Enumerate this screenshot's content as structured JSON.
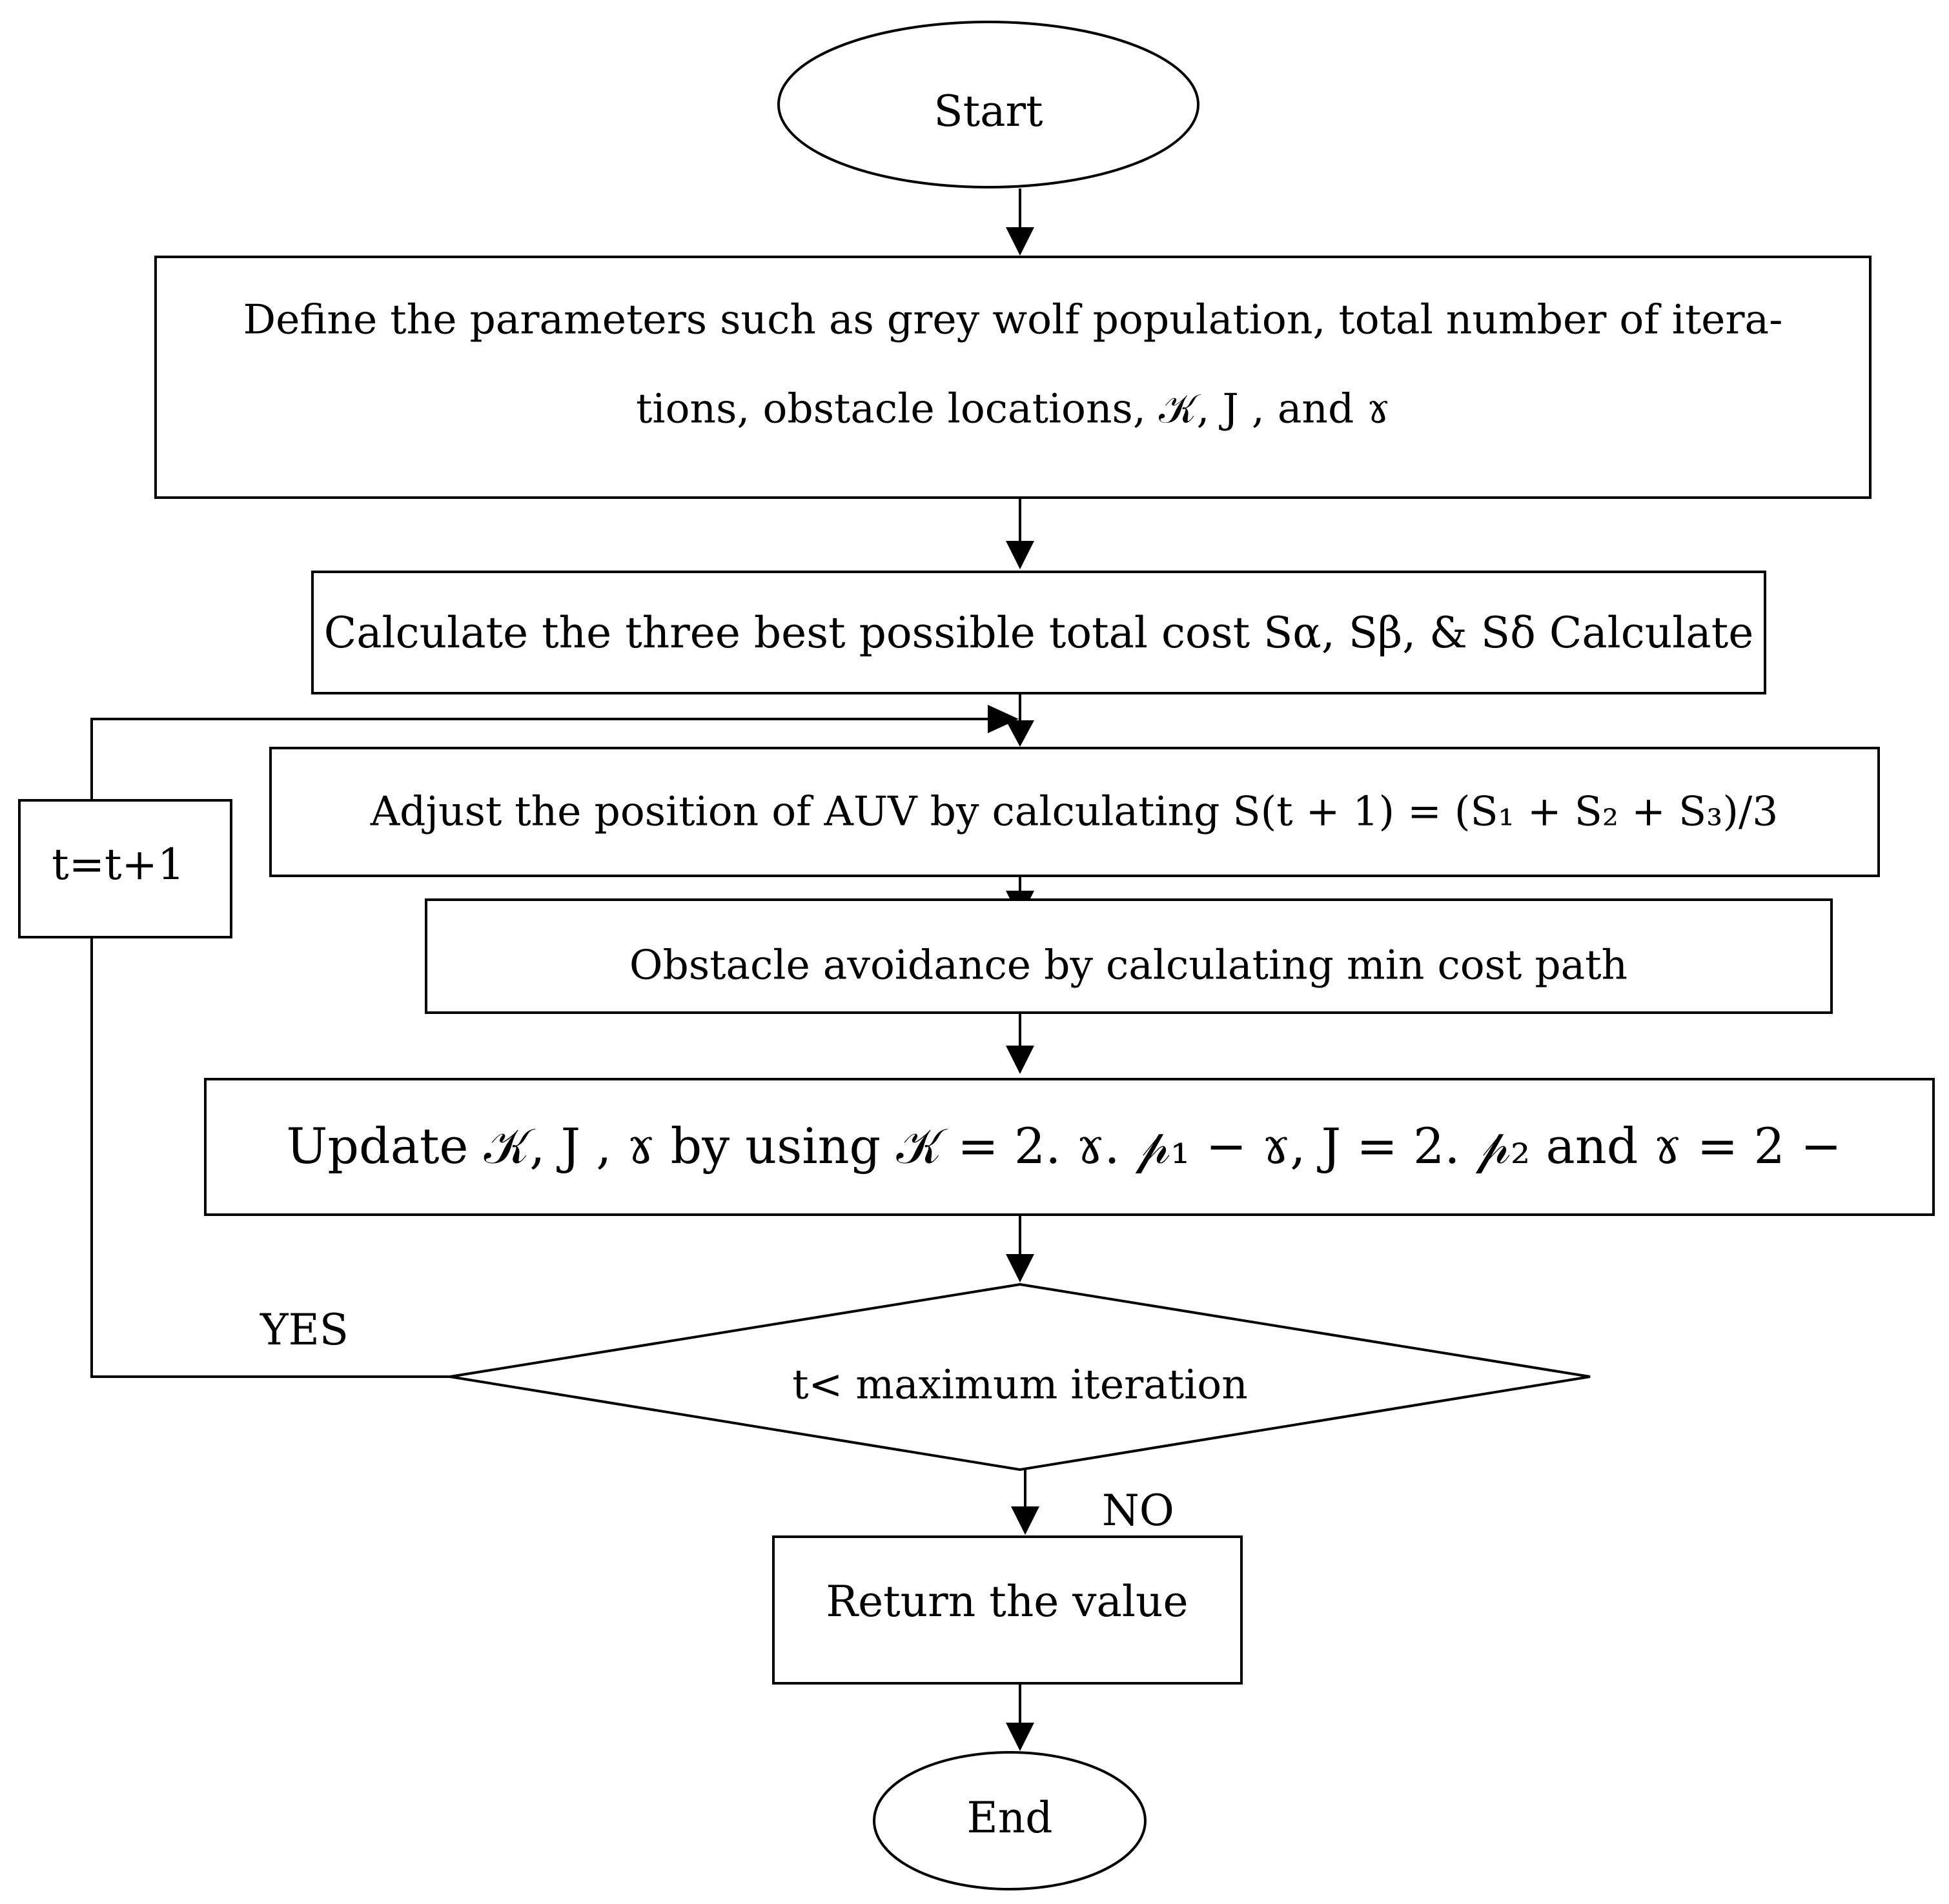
{
  "diagram": {
    "nodes": {
      "start": {
        "shape": "ellipse",
        "label": "Start"
      },
      "define": {
        "shape": "rect",
        "lines": [
          "Define the parameters such as grey wolf population, total number of itera-",
          "tions, obstacle locations,  𝒦,  J  , and  ɤ"
        ]
      },
      "calc_best": {
        "shape": "rect",
        "label": "Calculate the three best possible total cost  Sα, Sβ,  & Sδ  Calculate"
      },
      "adjust": {
        "shape": "rect",
        "label": "Adjust the position of AUV by calculating  S(t + 1) = (S₁ + S₂ + S₃)/3"
      },
      "avoid": {
        "shape": "rect",
        "label": "Obstacle avoidance by calculating min cost path"
      },
      "update": {
        "shape": "rect",
        "label": "Update  𝒦,  J  ,  ɤ  by using  𝒦 = 2. ɤ. 𝓅₁ − ɤ,  J = 2. 𝓅₂  and  ɤ = 2 −"
      },
      "decision": {
        "shape": "diamond",
        "label": "t< maximum iteration"
      },
      "increment": {
        "shape": "rect",
        "label": "t=t+1"
      },
      "return": {
        "shape": "rect",
        "label": "Return   the   value"
      },
      "end": {
        "shape": "ellipse",
        "label": "End"
      }
    },
    "edges": [
      {
        "from": "start",
        "to": "define"
      },
      {
        "from": "define",
        "to": "calc_best"
      },
      {
        "from": "calc_best",
        "to": "adjust"
      },
      {
        "from": "adjust",
        "to": "avoid"
      },
      {
        "from": "avoid",
        "to": "update"
      },
      {
        "from": "update",
        "to": "decision"
      },
      {
        "from": "decision",
        "to": "increment",
        "label": "YES"
      },
      {
        "from": "increment",
        "to": "adjust"
      },
      {
        "from": "decision",
        "to": "return",
        "label": "NO"
      },
      {
        "from": "return",
        "to": "end"
      }
    ],
    "edge_labels": {
      "yes": "YES",
      "no": "NO"
    }
  }
}
